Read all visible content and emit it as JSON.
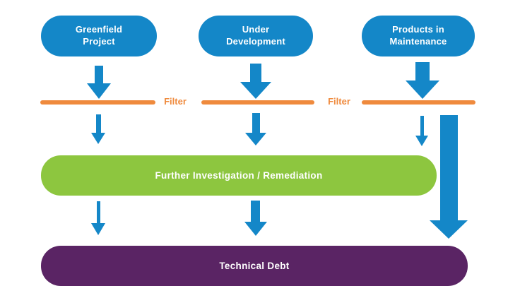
{
  "colors": {
    "blue": "#1487c8",
    "orange": "#ef8a3d",
    "green": "#8dc63f",
    "purple": "#5a2464",
    "label_text": "#ffffff"
  },
  "sources": [
    {
      "label": "Greenfield Project"
    },
    {
      "label": "Under Development"
    },
    {
      "label": "Products in Maintenance"
    }
  ],
  "filters": [
    {
      "label": "Filter"
    },
    {
      "label": "Filter"
    }
  ],
  "stages": {
    "remediation": {
      "label": "Further Investigation / Remediation"
    },
    "technical_debt": {
      "label": "Technical Debt"
    }
  }
}
